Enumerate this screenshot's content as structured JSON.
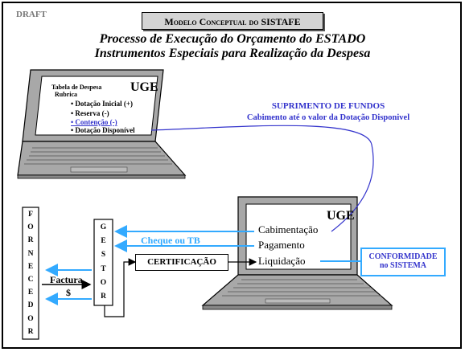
{
  "draft_label": "DRAFT",
  "header": {
    "title": "Modelo Conceptual do SISTAFE",
    "line1": "Processo de Execução do Orçamento do ESTADO",
    "line2": "Instrumentos Especiais para Realização da Despesa"
  },
  "laptop_top": {
    "uge": "UGE",
    "table_title": "Tabela de Despesa",
    "rubrica": "Rubrica",
    "items": [
      "• Dotação Inicial (+)",
      "• Reserva (-)",
      "• Contenção (-)",
      "• Dotação Disponível"
    ]
  },
  "flow_label": {
    "line1": "SUPRIMENTO DE FUNDOS",
    "line2": "Cabimento até o valor da Dotação Disponivel"
  },
  "laptop_bottom": {
    "uge": "UGE",
    "items": [
      "Cabimentação",
      "Pagamento",
      "Liquidação"
    ]
  },
  "fornecedor_letters": [
    "F",
    "O",
    "R",
    "N",
    "E",
    "C",
    "E",
    "D",
    "O",
    "R"
  ],
  "gestor_letters": [
    "G",
    "E",
    "S",
    "T",
    "O",
    "R"
  ],
  "factura": "Factura",
  "dollar": "$",
  "cheque_label": "Cheque ou TB",
  "certificacao": "CERTIFICAÇÃO",
  "conformidade": {
    "line1": "CONFORMIDADE",
    "line2": "no SISTEMA"
  },
  "colors": {
    "accent_blue": "#3333cc",
    "arrow_blue": "#33aaff",
    "laptop_gray": "#a8a8a8"
  }
}
